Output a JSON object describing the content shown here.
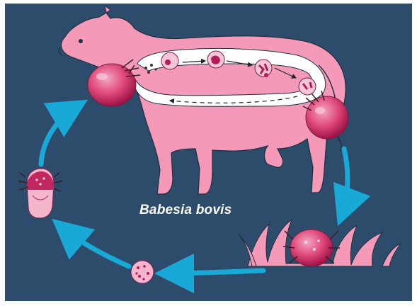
{
  "figure": {
    "caption": "Babesia bovis",
    "colors": {
      "background": "#2d4c6c",
      "cow": "#f49ab8",
      "cow_outline": "#1f2f40",
      "tick": "#e0487a",
      "tick_dark": "#b21b55",
      "arrow": "#19a9d6",
      "blood_stream": "#ffffff"
    },
    "stages": [
      {
        "name": "engorged-tick-head"
      },
      {
        "name": "engorged-tick-rear"
      },
      {
        "name": "tick-on-grass"
      },
      {
        "name": "tick-eggs"
      },
      {
        "name": "larval-tick"
      }
    ],
    "icons": [
      "cow-silhouette",
      "tick-icon",
      "egg-mass-icon",
      "grass-icon",
      "cycle-arrow-icon"
    ]
  }
}
